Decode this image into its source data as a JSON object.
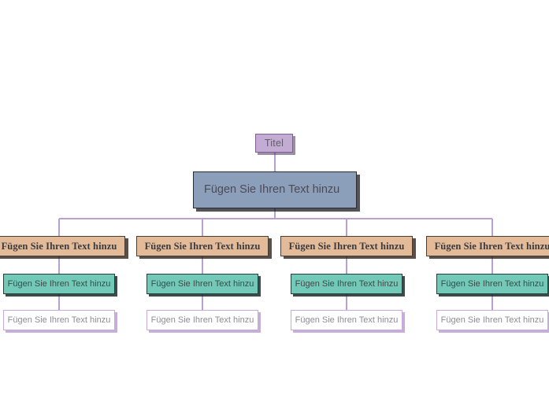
{
  "diagram": {
    "type": "hierarchy-tree",
    "language": "de",
    "background_color": "#ffffff",
    "root": {
      "label": "Titel",
      "fill": "#c3abd4",
      "border": "#7e6192",
      "text_color": "#5e5e66"
    },
    "main": {
      "label": "Fügen Sie Ihren Text hinzu",
      "fill": "#8c9fba",
      "border": "#2b2b33",
      "text_color": "#4b4b55"
    },
    "connector_color": "#b9a0d2",
    "levels": [
      {
        "name": "level-tan",
        "fill": "#e3bb99",
        "border": "#4a3d33",
        "text_color": "#3a3a3f",
        "nodes": [
          {
            "label": "Fügen Sie Ihren Text hinzu"
          },
          {
            "label": "Fügen Sie Ihren Text hinzu"
          },
          {
            "label": "Fügen Sie Ihren Text hinzu"
          },
          {
            "label": "Fügen Sie Ihren Text hinzu"
          }
        ]
      },
      {
        "name": "level-teal",
        "fill": "#72c9b8",
        "border": "#25403c",
        "text_color": "#3c4a4a",
        "nodes": [
          {
            "label": "Fügen Sie Ihren Text hinzu"
          },
          {
            "label": "Fügen Sie Ihren Text hinzu"
          },
          {
            "label": "Fügen Sie Ihren Text hinzu"
          },
          {
            "label": "Fügen Sie Ihren Text hinzu"
          }
        ]
      },
      {
        "name": "level-white",
        "fill": "#ffffff",
        "border": "#c9a8de",
        "text_color": "#8d8d95",
        "nodes": [
          {
            "label": "Fügen Sie Ihren Text hinzu"
          },
          {
            "label": "Fügen Sie Ihren Text hinzu"
          },
          {
            "label": "Fügen Sie Ihren Text hinzu"
          },
          {
            "label": "Fügen Sie Ihren Text hinzu"
          }
        ]
      }
    ]
  }
}
